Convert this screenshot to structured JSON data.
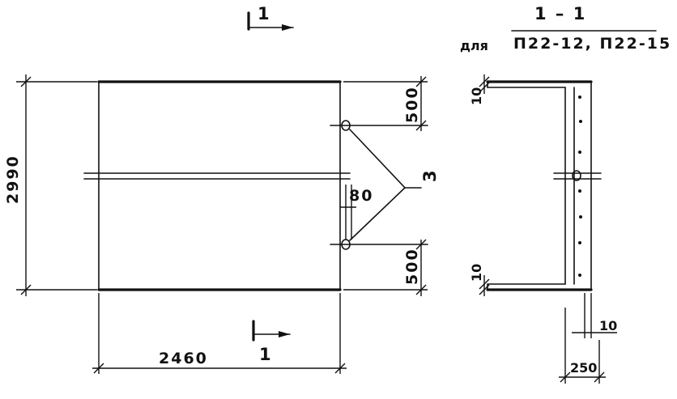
{
  "section_mark": {
    "number": "1"
  },
  "section_title": {
    "name": "1 – 1",
    "prefix": "для",
    "models": "П22-12, П22-15"
  },
  "dimensions": {
    "height": "2990",
    "width": "2460",
    "top_offset": "500",
    "bottom_offset": "500",
    "gap": "80",
    "section_top": "10",
    "section_bottom": "10",
    "section_wall": "10",
    "section_depth": "250"
  },
  "callout": {
    "label": "3"
  }
}
